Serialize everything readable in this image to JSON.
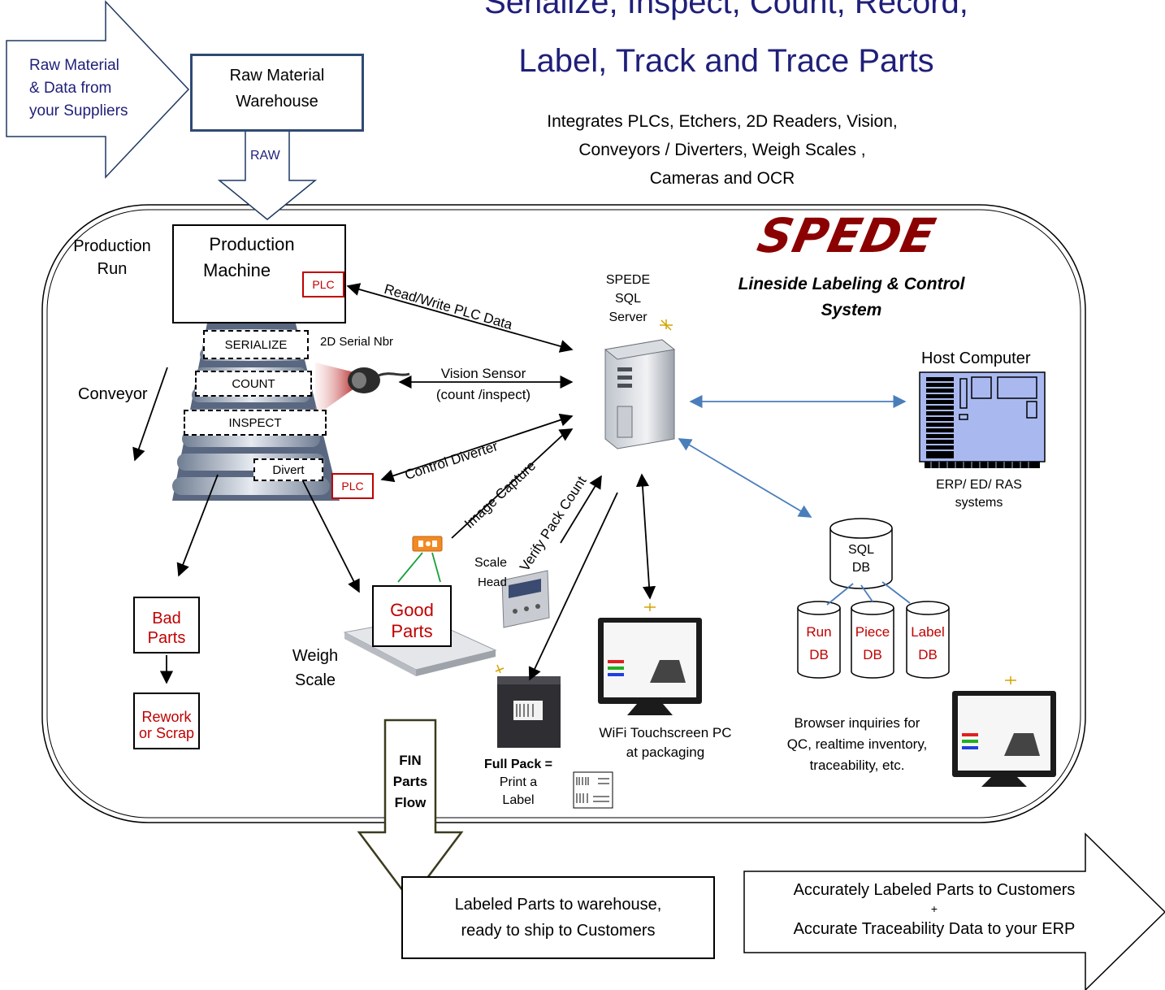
{
  "title": {
    "line1": "Serialize, Inspect, Count, Record,",
    "line2": "Label, Track and Trace Parts"
  },
  "subtitle": {
    "line1": "Integrates  PLCs, Etchers, 2D Readers, Vision,",
    "line2": "Conveyors / Diverters, Weigh Scales ,",
    "line3": "Cameras  and OCR"
  },
  "inbound": {
    "arrow_line1": "Raw Material",
    "arrow_line2": "& Data from",
    "arrow_line3": "your Suppliers",
    "warehouse_line1": "Raw Material",
    "warehouse_line2": "Warehouse",
    "raw_label": "RAW"
  },
  "production": {
    "run_line1": "Production",
    "run_line2": "Run",
    "machine_line1": "Production",
    "machine_line2": "Machine",
    "plc_top": "PLC",
    "plc_bottom": "PLC",
    "serialize": "SERIALIZE",
    "count": "COUNT",
    "inspect": "INSPECT",
    "divert": "Divert",
    "conveyor": "Conveyor",
    "serial_nbr": "2D Serial Nbr"
  },
  "connections": {
    "read_write": "Read/Write PLC Data",
    "vision_line1": "Vision Sensor",
    "vision_line2": "(count /inspect)",
    "control_diverter": "Control Diverter",
    "image_capture": "Image Capture",
    "verify_pack": "Verify Pack Count"
  },
  "server": {
    "line1": "SPEDE",
    "line2": "SQL",
    "line3": "Server"
  },
  "brand": {
    "logo": "SPEDE",
    "tagline_line1": "Lineside Labeling & Control",
    "tagline_line2": "System"
  },
  "host": {
    "title": "Host Computer",
    "systems_line1": "ERP/ ED/ RAS",
    "systems_line2": "systems"
  },
  "database": {
    "main_line1": "SQL",
    "main_line2": "DB",
    "run_line1": "Run",
    "run_line2": "DB",
    "piece_line1": "Piece",
    "piece_line2": "DB",
    "label_line1": "Label",
    "label_line2": "DB"
  },
  "parts": {
    "bad_line1": "Bad",
    "bad_line2": "Parts",
    "rework_line1": "Rework",
    "rework_line2": "or Scrap",
    "good_line1": "Good",
    "good_line2": "Parts",
    "weigh_line1": "Weigh",
    "weigh_line2": "Scale",
    "scale_head_line1": "Scale",
    "scale_head_line2": "Head"
  },
  "packaging": {
    "fin_line1": "FIN",
    "fin_line2": "Parts",
    "fin_line3": "Flow",
    "full_pack": "Full Pack =",
    "print_line1": "Print a",
    "print_line2": "Label",
    "touch_line1": "WiFi Touchscreen  PC",
    "touch_line2": "at packaging",
    "browser_line1": "Browser inquiries for",
    "browser_line2": "QC, realtime inventory,",
    "browser_line3": "traceability, etc."
  },
  "outbound": {
    "warehouse_line1": "Labeled Parts to warehouse,",
    "warehouse_line2": "ready to ship to Customers",
    "customers_line1": "Accurately Labeled Parts to Customers",
    "customers_plus": "+",
    "customers_line2": "Accurate Traceability Data to your ERP"
  },
  "colors": {
    "title": "#1f1f7a",
    "accent_red": "#c00000",
    "link_blue": "#4a7ebb",
    "host_fill": "#a9b9f0"
  }
}
